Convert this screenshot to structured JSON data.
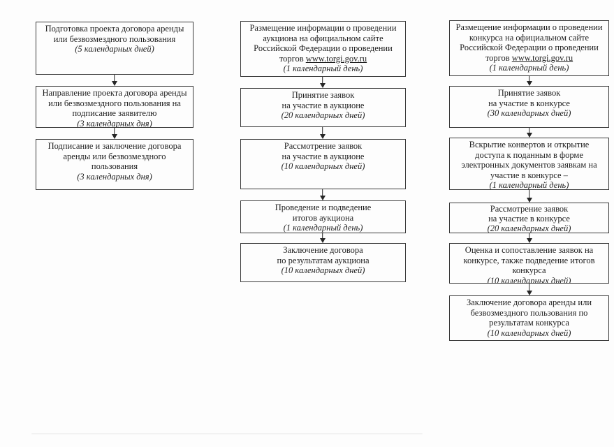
{
  "colors": {
    "background": "#fdfdfd",
    "box_border": "#3a3a3a",
    "text": "#1e1e1e"
  },
  "flow": {
    "direct": {
      "b1": {
        "l1": "Подготовка проекта договора аренды",
        "l2": "или безвозмездного пользования",
        "dur": "(5 календарных дней)"
      },
      "b2": {
        "l1": "Направление проекта договора аренды",
        "l2": "или безвозмездного пользования на",
        "l3": "подписание заявителю",
        "dur": "(3 календарных дня)"
      },
      "b3": {
        "l1": "Подписание и заключение договора",
        "l2": "аренды или безвозмездного",
        "l3": "пользования",
        "dur": "(3 календарных дня)"
      }
    },
    "auction": {
      "b1": {
        "l1": "Размещение информации о проведении",
        "l2": "аукциона на официальном сайте",
        "l3": "Российской Федерации о проведении",
        "l4pre": "торгов ",
        "l4url": "www.torgi.gov.ru",
        "dur": "(1 календарный день)"
      },
      "b2": {
        "l1": "Принятие заявок",
        "l2": "на участие в аукционе",
        "dur": "(20 календарных дней)"
      },
      "b3": {
        "l1": "Рассмотрение заявок",
        "l2": "на участие в аукционе",
        "dur": "(10 календарных дней)"
      },
      "b4": {
        "l1": "Проведение и подведение",
        "l2": "итогов аукциона",
        "dur": "(1 календарный день)"
      },
      "b5": {
        "l1": "Заключение договора",
        "l2": "по результатам аукциона",
        "dur": "(10 календарных дней)"
      }
    },
    "tender": {
      "b1": {
        "l1": "Размещение информации о проведении",
        "l2": "конкурса на официальном сайте",
        "l3": "Российской Федерации о проведении",
        "l4pre": "торгов ",
        "l4url": "www.torgi.gov.ru",
        "dur": "(1 календарный день)"
      },
      "b2": {
        "l1": "Принятие заявок",
        "l2": "на участие в конкурсе",
        "dur": "(30 календарных дней)"
      },
      "b3": {
        "l1": "Вскрытие конвертов и открытие",
        "l2": "доступа к поданным в форме",
        "l3": "электронных документов заявкам на",
        "l4": "участие в конкурсе –",
        "dur": "(1 календарный день)"
      },
      "b4": {
        "l1": "Рассмотрение заявок",
        "l2": "на участие в конкурсе",
        "dur": "(20 календарных дней)"
      },
      "b5": {
        "l1": "Оценка и сопоставление заявок на",
        "l2": "конкурсе, также подведение итогов",
        "l3": "конкурса",
        "dur": "(10 календарных дней)"
      },
      "b6": {
        "l1": "Заключение договора аренды или",
        "l2": "безвозмездного пользования по",
        "l3": "результатам конкурса",
        "dur": "(10 календарных дней)"
      }
    }
  }
}
